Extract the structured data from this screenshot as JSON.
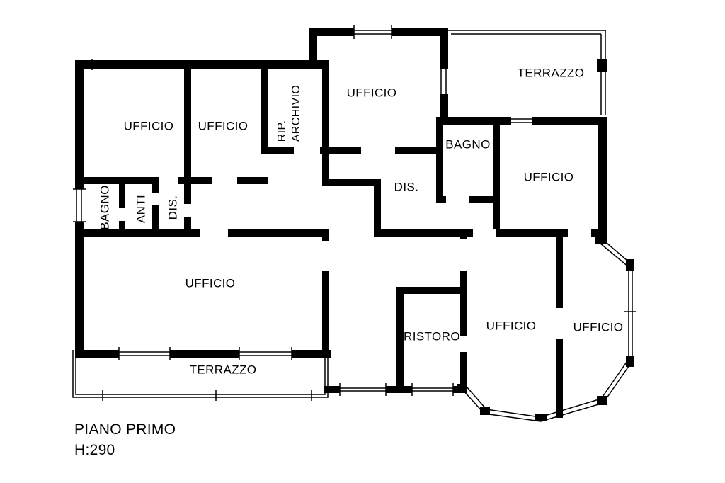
{
  "plan": {
    "title": "PIANO PRIMO",
    "height_label": "H:290"
  },
  "rooms": {
    "ufficio_nw_1": "UFFICIO",
    "ufficio_nw_2": "UFFICIO",
    "rip_archivio_line1": "RIP.",
    "rip_archivio_line2": "ARCHIVIO",
    "ufficio_n": "UFFICIO",
    "terrazzo_ne": "TERRAZZO",
    "bagno_ne": "BAGNO",
    "ufficio_e": "UFFICIO",
    "dis_center": "DIS.",
    "bagno_w": "BAGNO",
    "anti_w": "ANTI",
    "dis_w": "DIS.",
    "ufficio_sw": "UFFICIO",
    "terrazzo_s": "TERRAZZO",
    "ristoro": "RISTORO",
    "ufficio_s_center": "UFFICIO",
    "ufficio_se": "UFFICIO"
  },
  "colors": {
    "wall": "#000000",
    "background": "#ffffff",
    "text": "#000000"
  }
}
